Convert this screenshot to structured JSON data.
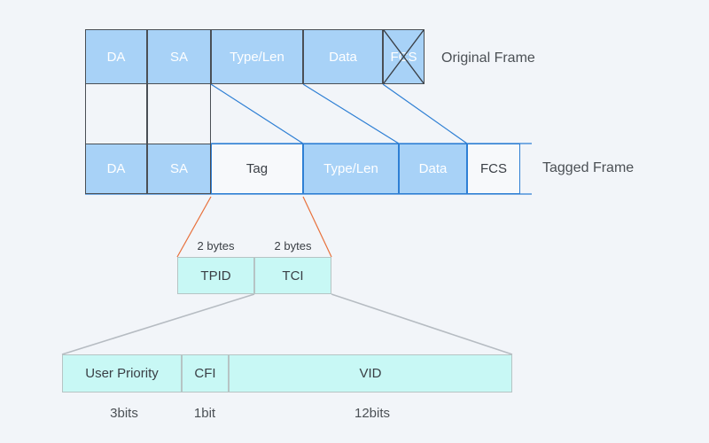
{
  "diagram": {
    "title_hidden": "",
    "background_color": "#f2f5f9",
    "colors": {
      "field_blue": "#a8d2f7",
      "field_white": "#f7f9fb",
      "tag_cyan": "#c8f8f5",
      "connector_blue": "#2e7fd4",
      "connector_orange": "#e8713c",
      "connector_gray": "#b6bcc2",
      "border_dark": "#4a4f55",
      "text_dark": "#3a3f45",
      "text_white": "#ffffff"
    }
  },
  "original_frame": {
    "label": "Original Frame",
    "fields": [
      {
        "name": "DA",
        "label": "DA",
        "style": "blue"
      },
      {
        "name": "SA",
        "label": "SA",
        "style": "blue"
      },
      {
        "name": "Type/Len",
        "label": "Type/Len",
        "style": "blue"
      },
      {
        "name": "Data",
        "label": "Data",
        "style": "blue"
      },
      {
        "name": "FCS",
        "label": "FCS",
        "style": "blue",
        "crossed_out": true
      }
    ]
  },
  "tagged_frame": {
    "label": "Tagged Frame",
    "fields": [
      {
        "name": "DA",
        "label": "DA",
        "style": "blue"
      },
      {
        "name": "SA",
        "label": "SA",
        "style": "blue"
      },
      {
        "name": "Tag",
        "label": "Tag",
        "style": "white"
      },
      {
        "name": "Type/Len",
        "label": "Type/Len",
        "style": "blue"
      },
      {
        "name": "Data",
        "label": "Data",
        "style": "blue"
      },
      {
        "name": "FCS",
        "label": "FCS",
        "style": "white"
      }
    ]
  },
  "tag_detail": {
    "fields": [
      {
        "name": "TPID",
        "label": "TPID",
        "size_label": "2 bytes"
      },
      {
        "name": "TCI",
        "label": "TCI",
        "size_label": "2 bytes"
      }
    ]
  },
  "tci_detail": {
    "fields": [
      {
        "name": "User Priority",
        "label": "User Priority",
        "size_label": "3bits"
      },
      {
        "name": "CFI",
        "label": "CFI",
        "size_label": "1bit"
      },
      {
        "name": "VID",
        "label": "VID",
        "size_label": "12bits"
      }
    ]
  }
}
